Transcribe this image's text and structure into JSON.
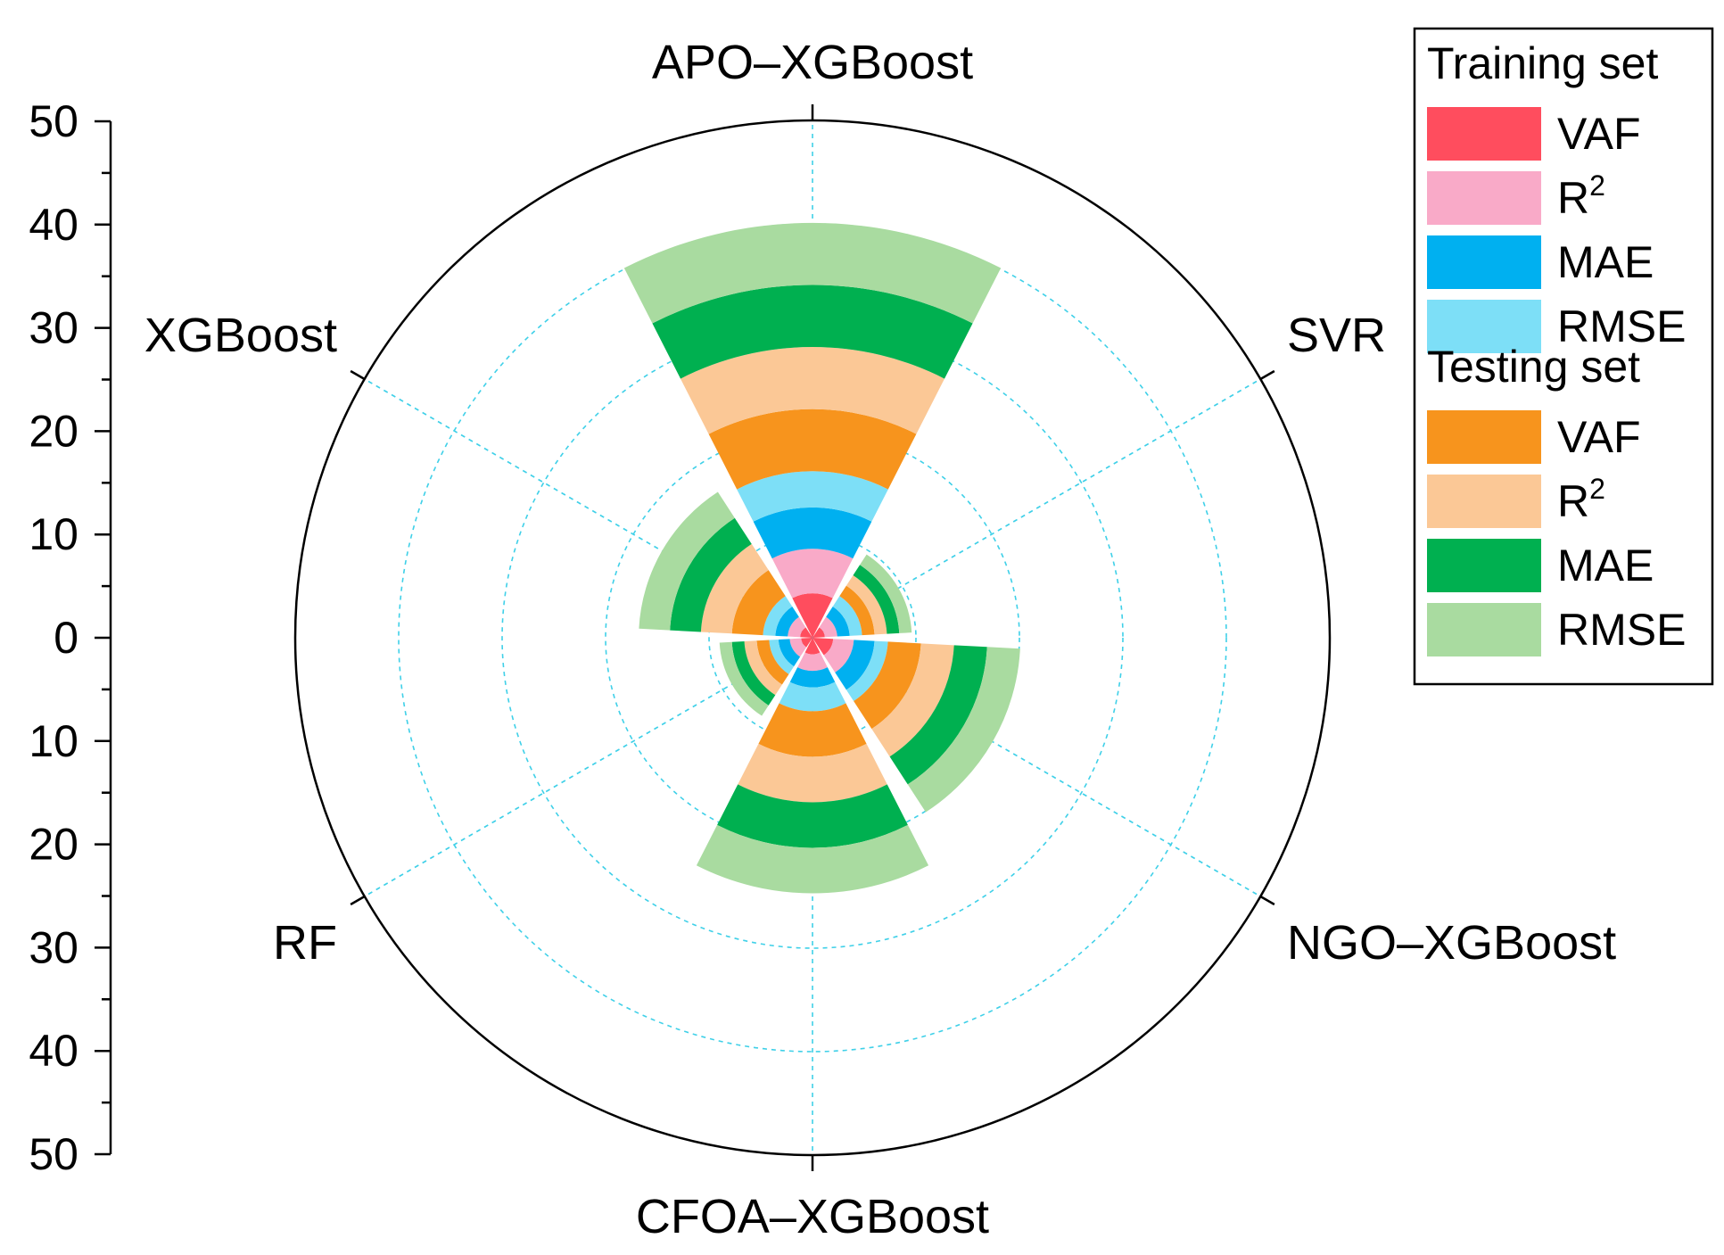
{
  "chart_data": {
    "type": "polar-stacked-bar",
    "title": "",
    "radial_axis": {
      "range": [
        0,
        50
      ],
      "major_ticks": [
        50,
        40,
        30,
        20,
        10,
        0,
        10,
        20,
        30,
        40,
        50
      ],
      "tick_labels": [
        "50",
        "40",
        "30",
        "20",
        "10",
        "0",
        "10",
        "20",
        "30",
        "40",
        "50"
      ],
      "minor_step": 5
    },
    "grid": true,
    "legend_position": "top-right",
    "categories": [
      "APO–XGBoost",
      "SVR",
      "NGO–XGBoost",
      "CFOA–XGBoost",
      "RF",
      "XGBoost"
    ],
    "groups": [
      {
        "title": "Training set",
        "series": [
          {
            "name": "VAF",
            "color": "#ff4d5e",
            "values": [
              4.3,
              1.2,
              2.0,
              1.6,
              1.1,
              1.2
            ]
          },
          {
            "name": "R",
            "sup": "2",
            "color": "#f9aac8",
            "values": [
              4.3,
              1.2,
              2.0,
              1.6,
              1.1,
              1.2
            ]
          },
          {
            "name": "MAE",
            "color": "#00b0f0",
            "values": [
              4.0,
              1.2,
              2.0,
              1.6,
              1.1,
              1.2
            ]
          },
          {
            "name": "RMSE",
            "color": "#7ddff7",
            "values": [
              3.5,
              1.2,
              1.3,
              2.3,
              0.9,
              1.2
            ]
          }
        ]
      },
      {
        "title": "Testing set",
        "series": [
          {
            "name": "VAF",
            "color": "#f7941d",
            "values": [
              6.0,
              1.2,
              3.2,
              4.4,
              1.2,
              3.0
            ]
          },
          {
            "name": "R",
            "sup": "2",
            "color": "#fbc896",
            "values": [
              6.0,
              1.2,
              3.2,
              4.4,
              1.2,
              3.0
            ]
          },
          {
            "name": "MAE",
            "color": "#00b050",
            "values": [
              6.0,
              1.2,
              3.2,
              4.4,
              1.2,
              3.0
            ]
          },
          {
            "name": "RMSE",
            "color": "#a9dba0",
            "values": [
              6.0,
              1.2,
              3.2,
              4.4,
              1.2,
              3.0
            ]
          }
        ]
      }
    ]
  }
}
